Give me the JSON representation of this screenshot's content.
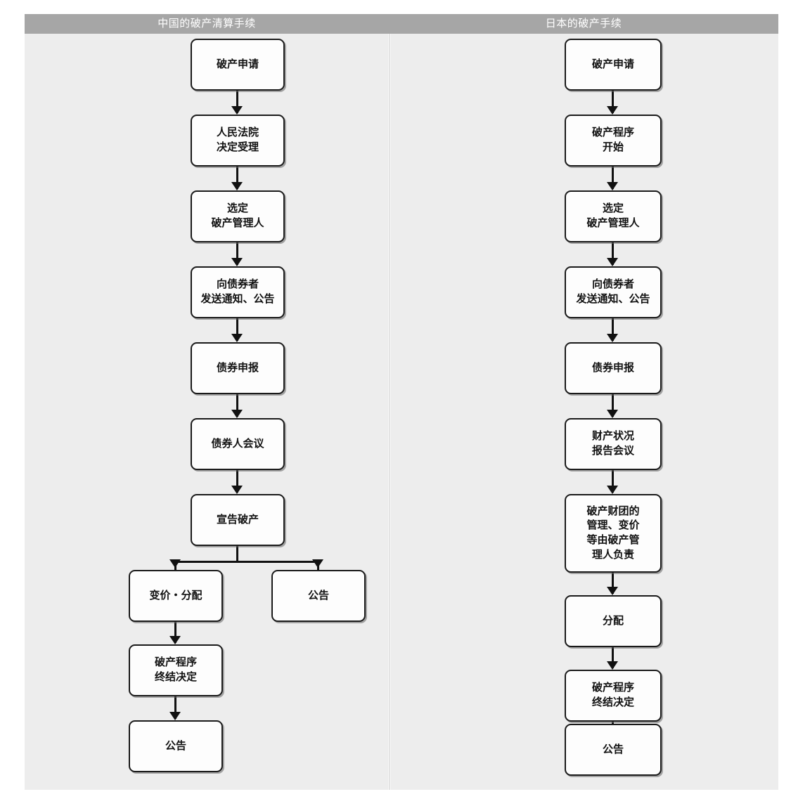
{
  "diagram": {
    "type": "flowchart",
    "title_bar_color": "#a6a6a6",
    "panel_background": "#ededed",
    "node_border_color": "#1a1a1a",
    "node_fill_color": "#fdfdfd",
    "columns": [
      {
        "id": "china",
        "header": "中国的破产清算手续",
        "nodes": [
          {
            "id": "cn-1",
            "label": "破产申请"
          },
          {
            "id": "cn-2",
            "label": "人民法院\n决定受理"
          },
          {
            "id": "cn-3",
            "label": "选定\n破产管理人"
          },
          {
            "id": "cn-4",
            "label": "向债券者\n发送通知、公告"
          },
          {
            "id": "cn-5",
            "label": "债券申报"
          },
          {
            "id": "cn-6",
            "label": "债券人会议"
          },
          {
            "id": "cn-7",
            "label": "宣告破产"
          },
          {
            "id": "cn-8",
            "label": "变价・分配"
          },
          {
            "id": "cn-9",
            "label": "公告"
          },
          {
            "id": "cn-10",
            "label": "破产程序\n终结决定"
          },
          {
            "id": "cn-11",
            "label": "公告"
          }
        ]
      },
      {
        "id": "japan",
        "header": "日本的破产手续",
        "nodes": [
          {
            "id": "jp-1",
            "label": "破产申请"
          },
          {
            "id": "jp-2",
            "label": "破产程序\n开始"
          },
          {
            "id": "jp-3",
            "label": "选定\n破产管理人"
          },
          {
            "id": "jp-4",
            "label": "向债券者\n发送通知、公告"
          },
          {
            "id": "jp-5",
            "label": "债券申报"
          },
          {
            "id": "jp-6",
            "label": "财产状况\n报告会议"
          },
          {
            "id": "jp-7",
            "label": "破产财团的\n管理、变价\n等由破产管\n理人负责"
          },
          {
            "id": "jp-8",
            "label": "分配"
          },
          {
            "id": "jp-9",
            "label": "破产程序\n终结决定"
          },
          {
            "id": "jp-10",
            "label": "公告"
          }
        ]
      }
    ]
  }
}
